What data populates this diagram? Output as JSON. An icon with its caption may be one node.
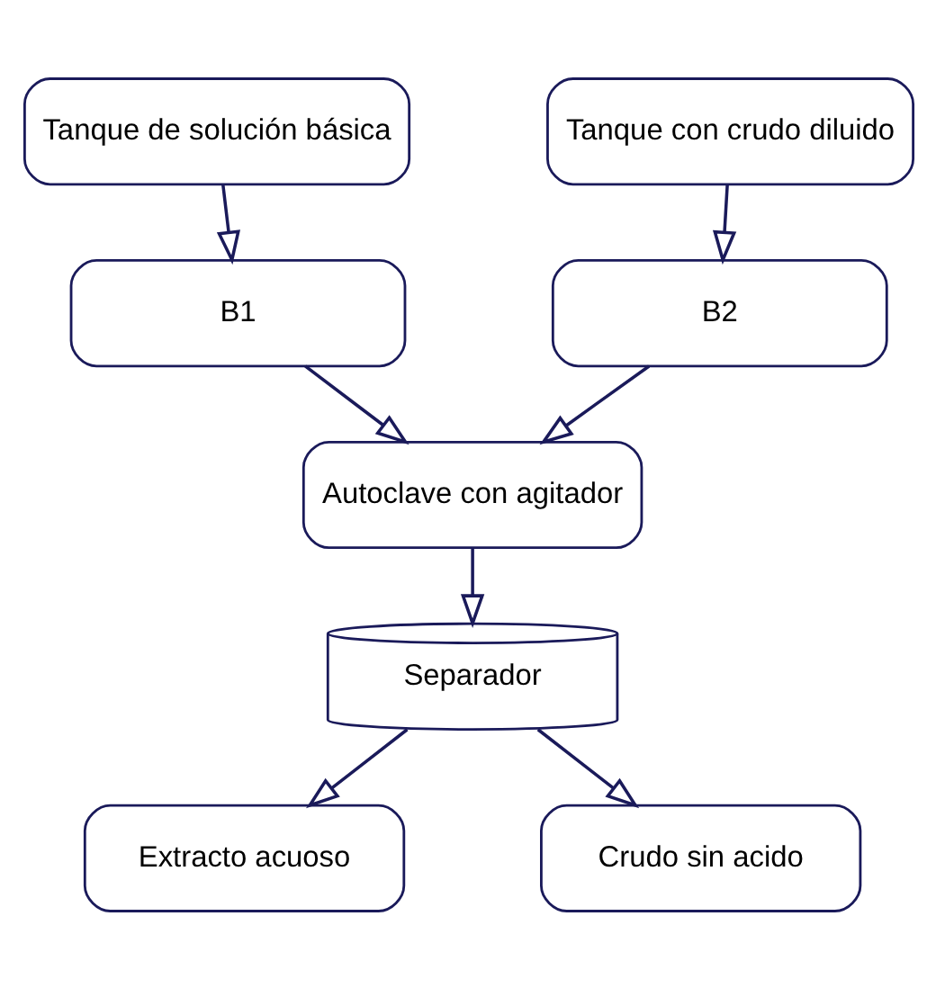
{
  "diagram": {
    "nodes": [
      {
        "text": [
          "Tanque de solución básica"
        ]
      },
      {
        "text": [
          "Tanque con crudo diluido"
        ]
      },
      {
        "text": [
          "B1"
        ]
      },
      {
        "text": [
          "B2"
        ]
      },
      {
        "text": [
          "Autoclave con agitador"
        ]
      },
      {
        "text": [
          "Separador"
        ]
      },
      {
        "text": [
          "Extracto acuoso"
        ]
      },
      {
        "text": [
          "Crudo sin acido"
        ]
      }
    ],
    "edges": [
      {
        "from": 0,
        "to": 2,
        "arrow": "to"
      },
      {
        "from": 1,
        "to": 3,
        "arrow": "to"
      },
      {
        "from": 2,
        "to": 4,
        "arrow": "to"
      },
      {
        "from": 3,
        "to": 4,
        "arrow": "to"
      },
      {
        "from": 4,
        "to": 5,
        "arrow": "to"
      },
      {
        "from": 5,
        "to": 6,
        "arrow": "to"
      },
      {
        "from": 5,
        "to": 7,
        "arrow": "to"
      }
    ]
  }
}
